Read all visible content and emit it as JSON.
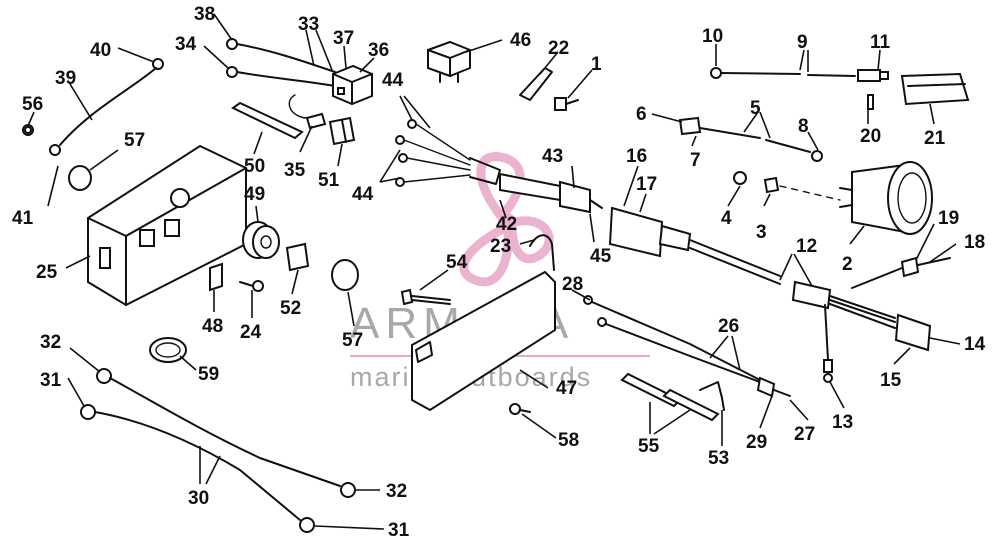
{
  "watermark": {
    "brand": "ARMADA",
    "tagline": "marine outboards",
    "accent_color": "#e9a6c8",
    "text_color": "#a8a8a8"
  },
  "callouts": [
    {
      "id": "c38",
      "label": "38"
    },
    {
      "id": "c33",
      "label": "33"
    },
    {
      "id": "c37",
      "label": "37"
    },
    {
      "id": "c36",
      "label": "36"
    },
    {
      "id": "c34",
      "label": "34"
    },
    {
      "id": "c40",
      "label": "40"
    },
    {
      "id": "c46",
      "label": "46"
    },
    {
      "id": "c22",
      "label": "22"
    },
    {
      "id": "c1",
      "label": "1"
    },
    {
      "id": "c10",
      "label": "10"
    },
    {
      "id": "c9",
      "label": "9"
    },
    {
      "id": "c11",
      "label": "11"
    },
    {
      "id": "c39",
      "label": "39"
    },
    {
      "id": "c56",
      "label": "56"
    },
    {
      "id": "c44a",
      "label": "44"
    },
    {
      "id": "c6",
      "label": "6"
    },
    {
      "id": "c5",
      "label": "5"
    },
    {
      "id": "c8",
      "label": "8"
    },
    {
      "id": "c20",
      "label": "20"
    },
    {
      "id": "c21",
      "label": "21"
    },
    {
      "id": "c57a",
      "label": "57"
    },
    {
      "id": "c50",
      "label": "50"
    },
    {
      "id": "c35",
      "label": "35"
    },
    {
      "id": "c51",
      "label": "51"
    },
    {
      "id": "c43",
      "label": "43"
    },
    {
      "id": "c16",
      "label": "16"
    },
    {
      "id": "c17",
      "label": "17"
    },
    {
      "id": "c7",
      "label": "7"
    },
    {
      "id": "c41",
      "label": "41"
    },
    {
      "id": "c44b",
      "label": "44"
    },
    {
      "id": "c49",
      "label": "49"
    },
    {
      "id": "c4",
      "label": "4"
    },
    {
      "id": "c3",
      "label": "3"
    },
    {
      "id": "c42",
      "label": "42"
    },
    {
      "id": "c19",
      "label": "19"
    },
    {
      "id": "c18",
      "label": "18"
    },
    {
      "id": "c25",
      "label": "25"
    },
    {
      "id": "c23",
      "label": "23"
    },
    {
      "id": "c45",
      "label": "45"
    },
    {
      "id": "c12",
      "label": "12"
    },
    {
      "id": "c2",
      "label": "2"
    },
    {
      "id": "c54",
      "label": "54"
    },
    {
      "id": "c28",
      "label": "28"
    },
    {
      "id": "c48",
      "label": "48"
    },
    {
      "id": "c24",
      "label": "24"
    },
    {
      "id": "c52",
      "label": "52"
    },
    {
      "id": "c14",
      "label": "14"
    },
    {
      "id": "c26",
      "label": "26"
    },
    {
      "id": "c32a",
      "label": "32"
    },
    {
      "id": "c57b",
      "label": "57"
    },
    {
      "id": "c15",
      "label": "15"
    },
    {
      "id": "c59",
      "label": "59"
    },
    {
      "id": "c31a",
      "label": "31"
    },
    {
      "id": "c47",
      "label": "47"
    },
    {
      "id": "c27",
      "label": "27"
    },
    {
      "id": "c13",
      "label": "13"
    },
    {
      "id": "c58",
      "label": "58"
    },
    {
      "id": "c29",
      "label": "29"
    },
    {
      "id": "c55",
      "label": "55"
    },
    {
      "id": "c53",
      "label": "53"
    },
    {
      "id": "c30",
      "label": "30"
    },
    {
      "id": "c32b",
      "label": "32"
    },
    {
      "id": "c31b",
      "label": "31"
    }
  ]
}
